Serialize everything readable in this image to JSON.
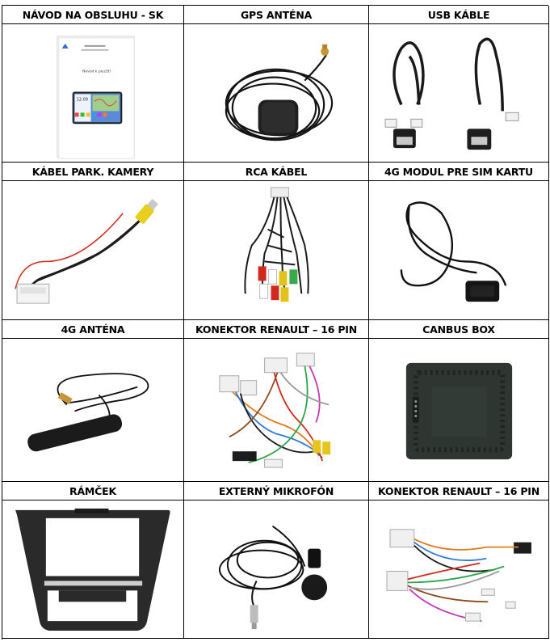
{
  "cells": [
    {
      "label": "NÁVOD NA OBSLUHU - SK",
      "icon": "manual-booklet-icon"
    },
    {
      "label": "GPS ANTÉNA",
      "icon": "gps-antenna-icon"
    },
    {
      "label": "USB KÁBLE",
      "icon": "usb-cables-icon"
    },
    {
      "label": "KÁBEL PARK. KAMERY",
      "icon": "parking-camera-cable-icon"
    },
    {
      "label": "RCA KÁBEL",
      "icon": "rca-cable-icon"
    },
    {
      "label": "4G MODUL PRE SIM KARTU",
      "icon": "sim-module-icon"
    },
    {
      "label": "4G ANTÉNA",
      "icon": "4g-antenna-icon"
    },
    {
      "label": "KONEKTOR RENAULT – 16 PIN",
      "icon": "wiring-harness-icon"
    },
    {
      "label": "CANBUS BOX",
      "icon": "canbus-box-icon"
    },
    {
      "label": "RÁMČEK",
      "icon": "dash-frame-icon"
    },
    {
      "label": "EXTERNÝ MIKROFÓN",
      "icon": "microphone-icon"
    },
    {
      "label": "KONEKTOR RENAULT – 16 PIN",
      "icon": "wiring-harness-icon"
    }
  ],
  "manual": {
    "cover_title": "Návod k použití",
    "screen_time": "12:09"
  }
}
